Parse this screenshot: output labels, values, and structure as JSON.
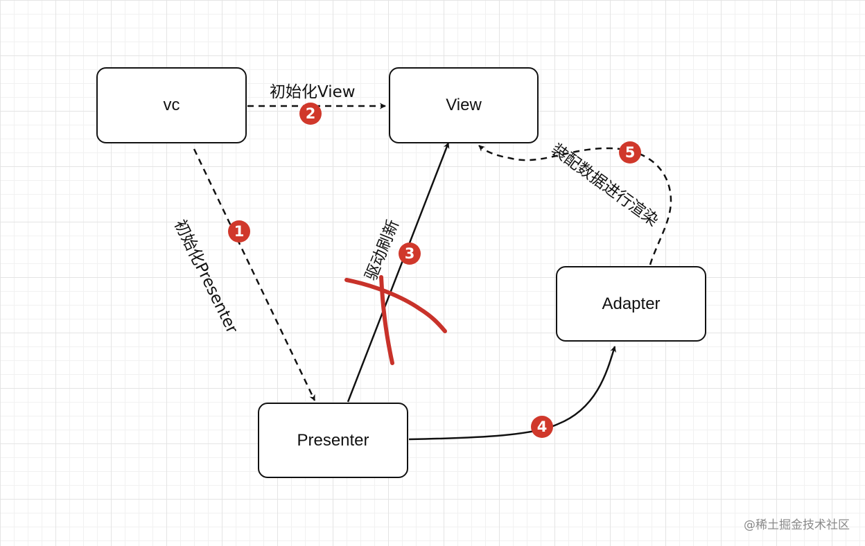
{
  "nodes": {
    "vc": "vc",
    "view": "View",
    "presenter": "Presenter",
    "adapter": "Adapter"
  },
  "edges": {
    "init_view": "初始化View",
    "init_presenter": "初始化Presenter",
    "drive_refresh": "驱动刷新",
    "assemble_render": "装配数据进行渲染"
  },
  "badges": [
    "1",
    "2",
    "3",
    "4",
    "5"
  ],
  "colors": {
    "badge": "#d0382b",
    "cross_mark": "#c8322a",
    "line": "#111111",
    "grid": "#e4e4e4"
  },
  "watermark": "@稀土掘金技术社区"
}
